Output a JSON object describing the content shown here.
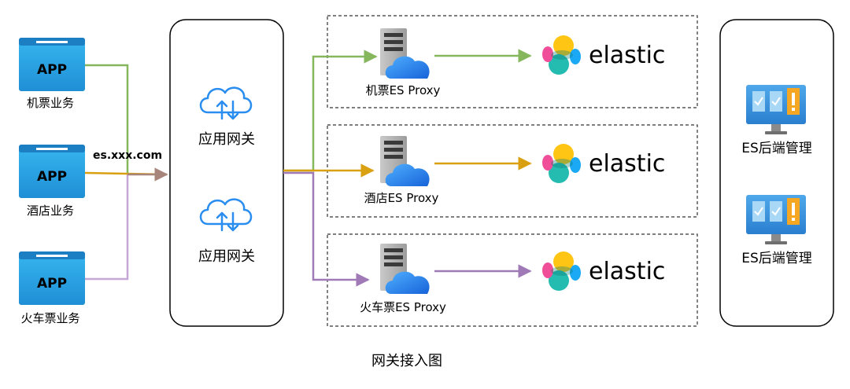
{
  "apps": [
    {
      "badge": "APP",
      "label": "机票业务"
    },
    {
      "badge": "APP",
      "label": "酒店业务"
    },
    {
      "badge": "APP",
      "label": "火车票业务"
    }
  ],
  "edge_label": "es.xxx.com",
  "gateways": [
    {
      "label": "应用网关"
    },
    {
      "label": "应用网关"
    }
  ],
  "proxies": [
    {
      "label": "机票ES Proxy"
    },
    {
      "label": "酒店ES Proxy"
    },
    {
      "label": "火车票ES Proxy"
    }
  ],
  "elastic_brand": "elastic",
  "mgmt": [
    {
      "label": "ES后端管理"
    },
    {
      "label": "ES后端管理"
    }
  ],
  "caption": "网关接入图",
  "colors": {
    "green": "#86b75d",
    "orange": "#d9a012",
    "purple": "#a07ab6",
    "app_blue": "#2fa5e6",
    "cloud_blue": "#2a8df0"
  }
}
